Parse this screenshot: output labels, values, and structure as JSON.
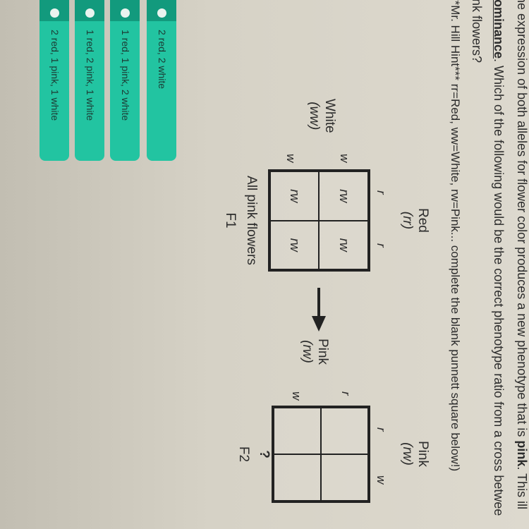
{
  "question": {
    "line1": "he expression of both alleles for flower color produces a new phenotype that is ",
    "line1_bold": "pink",
    "line1_end": ". This ill",
    "line2_term": "lominance",
    "line2": ". Which of the following would be the correct phenotype ratio from a cross betwee",
    "line3": "ink flowers?",
    "hint": "**Mr. Hill Hint*** rr=Red, ww=White, rw=Pink... complete the blank punnett square below!)"
  },
  "options": [
    {
      "label": "2 red, 2 white"
    },
    {
      "label": "1 red, 1 pink, 2 white"
    },
    {
      "label": "1 red, 2 pink, 1 white"
    },
    {
      "label": "2 red, 1 pink, 1 white"
    }
  ],
  "square1": {
    "top_parent": "Red",
    "top_genotype": "(rr)",
    "left_parent": "White",
    "left_genotype": "(ww)",
    "col_alleles": [
      "r",
      "r"
    ],
    "row_alleles": [
      "w",
      "w"
    ],
    "cells": [
      "rw",
      "rw",
      "rw",
      "rw"
    ],
    "result": "All pink flowers",
    "generation": "F1"
  },
  "square2": {
    "top_parent": "Pink",
    "top_genotype": "(rw)",
    "left_parent": "Pink",
    "left_genotype": "(rw)",
    "col_alleles": [
      "r",
      "w"
    ],
    "row_alleles": [
      "r",
      "w"
    ],
    "result": "?",
    "generation": "F2"
  }
}
